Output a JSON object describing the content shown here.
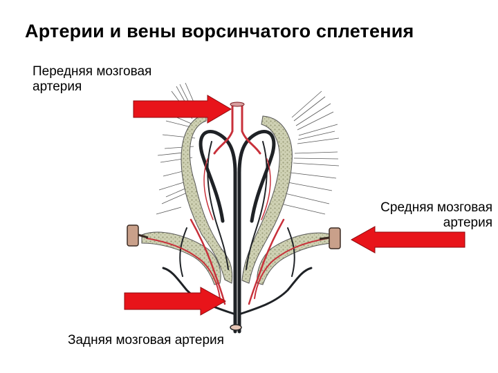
{
  "title": "Артерии  и вены ворсинчатого сплетения",
  "labels": {
    "anterior": [
      "Передняя мозговая",
      "артерия"
    ],
    "middle": [
      "Средняя мозговая",
      "артерия"
    ],
    "posterior": "Задняя мозговая артерия"
  },
  "colors": {
    "arrow": "#e8141a",
    "artery": "#c8303a",
    "vein": "#1f2226",
    "plexus": "#b9bc9a",
    "fiber": "#3a3a3a"
  },
  "icons": [
    "arrow-right-icon",
    "arrow-left-icon"
  ]
}
